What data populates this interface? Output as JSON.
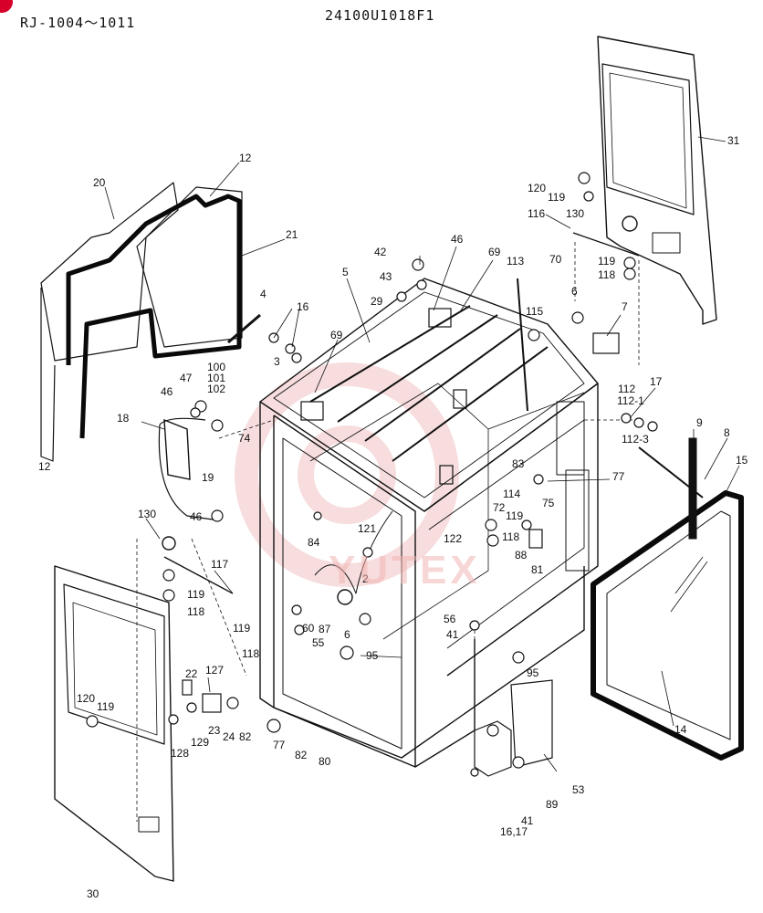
{
  "header": {
    "model_range": "RJ-1004～1011",
    "drawing_number": "24100U1018F1"
  },
  "watermark": "YUTEX",
  "callouts": [
    {
      "id": "12a",
      "text": "12"
    },
    {
      "id": "12b",
      "text": "12"
    },
    {
      "id": "20",
      "text": "20"
    },
    {
      "id": "21",
      "text": "21"
    },
    {
      "id": "31",
      "text": "31"
    },
    {
      "id": "120a",
      "text": "120"
    },
    {
      "id": "119a",
      "text": "119"
    },
    {
      "id": "116",
      "text": "116"
    },
    {
      "id": "130a",
      "text": "130"
    },
    {
      "id": "119b",
      "text": "119"
    },
    {
      "id": "118a",
      "text": "118"
    },
    {
      "id": "42",
      "text": "42"
    },
    {
      "id": "46a",
      "text": "46"
    },
    {
      "id": "69a",
      "text": "69"
    },
    {
      "id": "113",
      "text": "113"
    },
    {
      "id": "70",
      "text": "70"
    },
    {
      "id": "43",
      "text": "43"
    },
    {
      "id": "5",
      "text": "5"
    },
    {
      "id": "4",
      "text": "4"
    },
    {
      "id": "29",
      "text": "29"
    },
    {
      "id": "16a",
      "text": "16"
    },
    {
      "id": "6a",
      "text": "6"
    },
    {
      "id": "115",
      "text": "115"
    },
    {
      "id": "7",
      "text": "7"
    },
    {
      "id": "69b",
      "text": "69"
    },
    {
      "id": "3",
      "text": "3"
    },
    {
      "id": "100",
      "text": "100"
    },
    {
      "id": "101",
      "text": "101"
    },
    {
      "id": "102",
      "text": "102"
    },
    {
      "id": "47",
      "text": "47"
    },
    {
      "id": "46b",
      "text": "46"
    },
    {
      "id": "112",
      "text": "112"
    },
    {
      "id": "112-1",
      "text": "112-1"
    },
    {
      "id": "17a",
      "text": "17"
    },
    {
      "id": "112-3",
      "text": "112-3"
    },
    {
      "id": "18",
      "text": "18"
    },
    {
      "id": "74",
      "text": "74"
    },
    {
      "id": "9",
      "text": "9"
    },
    {
      "id": "8",
      "text": "8"
    },
    {
      "id": "15",
      "text": "15"
    },
    {
      "id": "19",
      "text": "19"
    },
    {
      "id": "83",
      "text": "83"
    },
    {
      "id": "77a",
      "text": "77"
    },
    {
      "id": "114",
      "text": "114"
    },
    {
      "id": "75",
      "text": "75"
    },
    {
      "id": "72",
      "text": "72"
    },
    {
      "id": "46c",
      "text": "46"
    },
    {
      "id": "84",
      "text": "84"
    },
    {
      "id": "119c",
      "text": "119"
    },
    {
      "id": "122",
      "text": "122"
    },
    {
      "id": "118b",
      "text": "118"
    },
    {
      "id": "88",
      "text": "88"
    },
    {
      "id": "121",
      "text": "121"
    },
    {
      "id": "81",
      "text": "81"
    },
    {
      "id": "130b",
      "text": "130"
    },
    {
      "id": "117",
      "text": "117"
    },
    {
      "id": "119d",
      "text": "119"
    },
    {
      "id": "2",
      "text": "2"
    },
    {
      "id": "118c",
      "text": "118"
    },
    {
      "id": "56",
      "text": "56"
    },
    {
      "id": "41a",
      "text": "41"
    },
    {
      "id": "119e",
      "text": "119"
    },
    {
      "id": "60",
      "text": "60"
    },
    {
      "id": "87",
      "text": "87"
    },
    {
      "id": "6b",
      "text": "6"
    },
    {
      "id": "118d",
      "text": "118"
    },
    {
      "id": "55",
      "text": "55"
    },
    {
      "id": "95a",
      "text": "95"
    },
    {
      "id": "95b",
      "text": "95"
    },
    {
      "id": "14",
      "text": "14"
    },
    {
      "id": "22",
      "text": "22"
    },
    {
      "id": "127",
      "text": "127"
    },
    {
      "id": "120b",
      "text": "120"
    },
    {
      "id": "119f",
      "text": "119"
    },
    {
      "id": "23",
      "text": "23"
    },
    {
      "id": "24",
      "text": "24"
    },
    {
      "id": "82a",
      "text": "82"
    },
    {
      "id": "128",
      "text": "128"
    },
    {
      "id": "129",
      "text": "129"
    },
    {
      "id": "77b",
      "text": "77"
    },
    {
      "id": "82b",
      "text": "82"
    },
    {
      "id": "80",
      "text": "80"
    },
    {
      "id": "53",
      "text": "53"
    },
    {
      "id": "89",
      "text": "89"
    },
    {
      "id": "41b",
      "text": "41"
    },
    {
      "id": "16,17",
      "text": "16,17"
    },
    {
      "id": "30",
      "text": "30"
    }
  ],
  "colors": {
    "ink": "#111111",
    "gasket": "#0a0a0a",
    "watermark": "#e9a0a0",
    "badge": "#d6002a",
    "paper": "#ffffff"
  }
}
